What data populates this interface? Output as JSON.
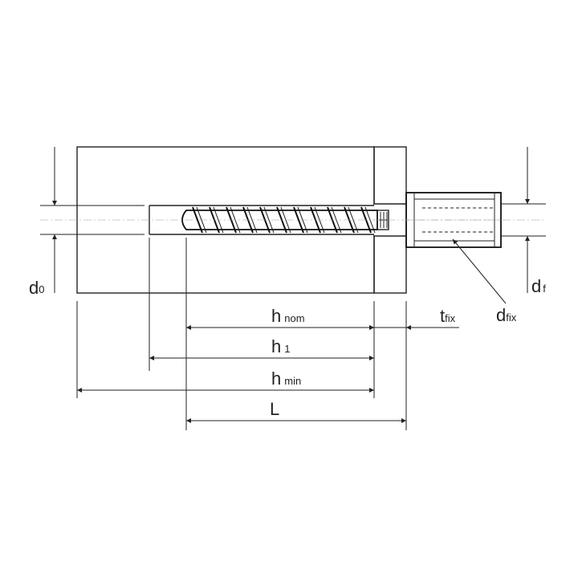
{
  "diagram": {
    "labels": {
      "d0": {
        "main": "d",
        "sub": "0"
      },
      "df": {
        "main": "d",
        "sub": "f"
      },
      "dfix": {
        "main": "d",
        "sub": "fix"
      },
      "hnom": {
        "main": "h",
        "sub": "nom"
      },
      "tfix": {
        "main": "t",
        "sub": "fix"
      },
      "h1": {
        "main": "h",
        "sub": "1"
      },
      "hmin": {
        "main": "h",
        "sub": "min"
      },
      "L": {
        "main": "L",
        "sub": ""
      }
    },
    "colors": {
      "line": "#222222",
      "hatch": "#555555",
      "background": "#ffffff"
    }
  }
}
